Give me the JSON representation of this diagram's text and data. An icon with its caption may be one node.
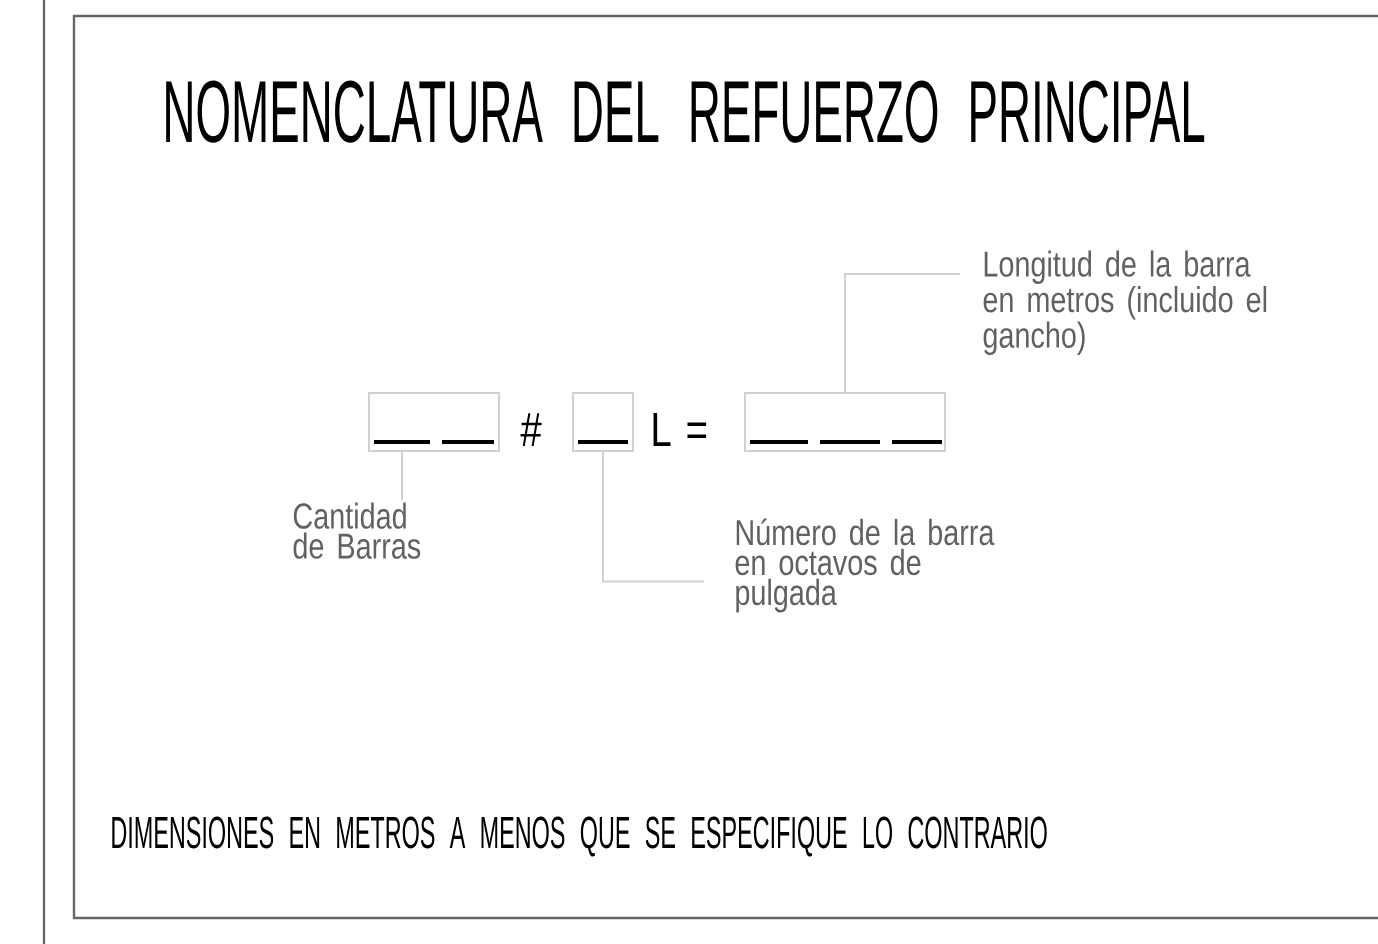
{
  "diagram": {
    "title": "NOMENCLATURA DEL REFUERZO PRINCIPAL",
    "nodes": [
      {
        "text": [
          "Longitud de la barra en metros (incluido el gancho)"
        ]
      },
      {
        "text": [],
        "shape": "box"
      },
      {
        "text": [],
        "shape": "box"
      },
      {
        "text": [],
        "shape": "box"
      },
      {
        "text": [
          "Cantidad de Barras"
        ]
      },
      {
        "text": [
          "Número de la barra en octavos de pulgada"
        ]
      }
    ],
    "edges": [
      {
        "from": 0,
        "to": 3,
        "arrow": "none"
      },
      {
        "from": 4,
        "to": 1,
        "arrow": "none"
      },
      {
        "from": 5,
        "to": 2,
        "arrow": "none"
      }
    ],
    "labels": [
      "#",
      "L =",
      "DIMENSIONES EN METROS A MENOS QUE SE ESPECIFIQUE LO CONTRARIO"
    ]
  }
}
